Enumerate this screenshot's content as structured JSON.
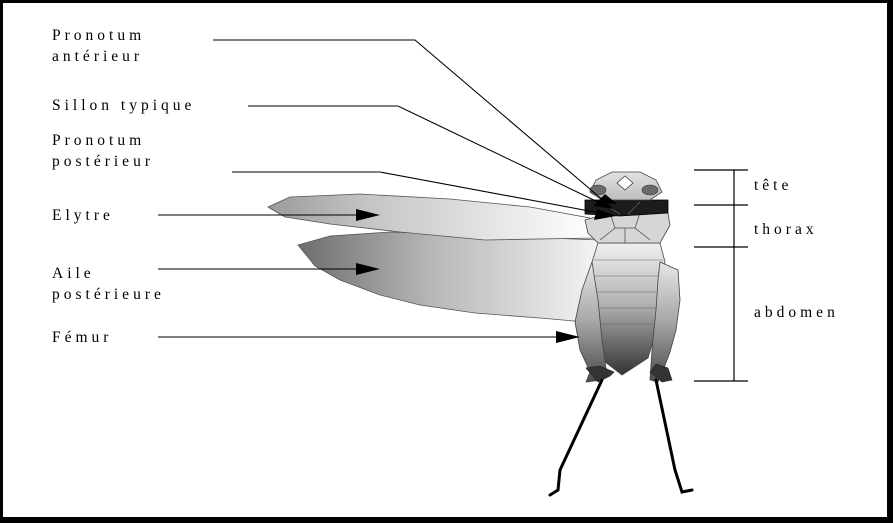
{
  "labels": {
    "pronotum_anterieur": [
      "Pronotum",
      "antérieur"
    ],
    "sillon_typique": "Sillon typique",
    "pronotum_posterieur": [
      "Pronotum",
      "postérieur"
    ],
    "elytre": "Elytre",
    "aile_posterieure": [
      "Aile",
      "postérieure"
    ],
    "femur": "Fémur",
    "tete": "tête",
    "thorax": "thorax",
    "abdomen": "abdomen"
  },
  "colors": {
    "ink": "#000000",
    "background": "#ffffff"
  }
}
